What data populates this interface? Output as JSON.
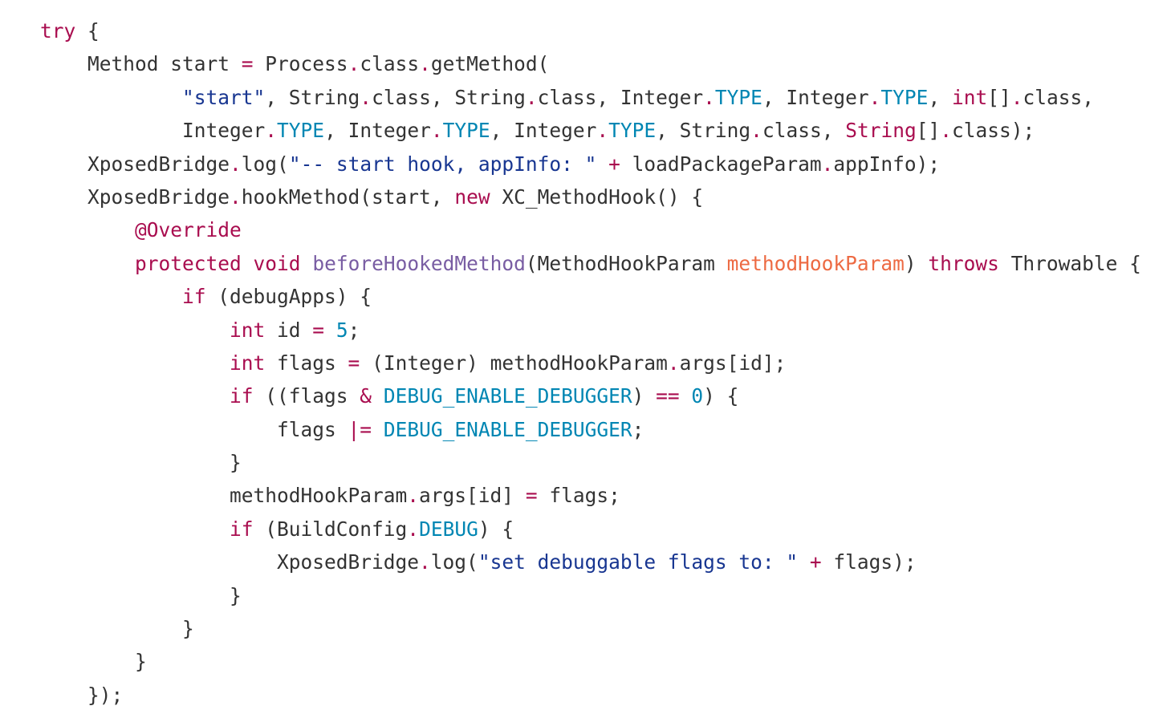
{
  "code": {
    "language": "java",
    "indent_unit": "    ",
    "lines": [
      {
        "indent": 0,
        "tokens": [
          [
            "kw",
            "try"
          ],
          [
            "txt",
            " {"
          ]
        ]
      },
      {
        "indent": 1,
        "tokens": [
          [
            "txt",
            "Method start "
          ],
          [
            "op",
            "="
          ],
          [
            "txt",
            " Process"
          ],
          [
            "dot",
            "."
          ],
          [
            "txt",
            "class"
          ],
          [
            "dot",
            "."
          ],
          [
            "txt",
            "getMethod("
          ]
        ]
      },
      {
        "indent": 3,
        "tokens": [
          [
            "str",
            "\"start\""
          ],
          [
            "txt",
            ", String"
          ],
          [
            "dot",
            "."
          ],
          [
            "txt",
            "class, String"
          ],
          [
            "dot",
            "."
          ],
          [
            "txt",
            "class, Integer"
          ],
          [
            "dot",
            "."
          ],
          [
            "cst",
            "TYPE"
          ],
          [
            "txt",
            ", Integer"
          ],
          [
            "dot",
            "."
          ],
          [
            "cst",
            "TYPE"
          ],
          [
            "txt",
            ", "
          ],
          [
            "kw",
            "int"
          ],
          [
            "txt",
            "[]"
          ],
          [
            "dot",
            "."
          ],
          [
            "txt",
            "class,"
          ]
        ]
      },
      {
        "indent": 3,
        "tokens": [
          [
            "txt",
            "Integer"
          ],
          [
            "dot",
            "."
          ],
          [
            "cst",
            "TYPE"
          ],
          [
            "txt",
            ", Integer"
          ],
          [
            "dot",
            "."
          ],
          [
            "cst",
            "TYPE"
          ],
          [
            "txt",
            ", Integer"
          ],
          [
            "dot",
            "."
          ],
          [
            "cst",
            "TYPE"
          ],
          [
            "txt",
            ", String"
          ],
          [
            "dot",
            "."
          ],
          [
            "txt",
            "class, "
          ],
          [
            "kw",
            "String"
          ],
          [
            "txt",
            "[]"
          ],
          [
            "dot",
            "."
          ],
          [
            "txt",
            "class);"
          ]
        ]
      },
      {
        "indent": 1,
        "tokens": [
          [
            "txt",
            "XposedBridge"
          ],
          [
            "dot",
            "."
          ],
          [
            "txt",
            "log("
          ],
          [
            "str",
            "\"-- start hook, appInfo: \""
          ],
          [
            "txt",
            " "
          ],
          [
            "op",
            "+"
          ],
          [
            "txt",
            " loadPackageParam"
          ],
          [
            "dot",
            "."
          ],
          [
            "txt",
            "appInfo);"
          ]
        ]
      },
      {
        "indent": 1,
        "tokens": [
          [
            "txt",
            "XposedBridge"
          ],
          [
            "dot",
            "."
          ],
          [
            "txt",
            "hookMethod(start, "
          ],
          [
            "kw",
            "new"
          ],
          [
            "txt",
            " XC_MethodHook() {"
          ]
        ]
      },
      {
        "indent": 2,
        "tokens": [
          [
            "ann",
            "@Override"
          ]
        ]
      },
      {
        "indent": 2,
        "tokens": [
          [
            "kw",
            "protected"
          ],
          [
            "txt",
            " "
          ],
          [
            "kw",
            "void"
          ],
          [
            "txt",
            " "
          ],
          [
            "fn",
            "beforeHookedMethod"
          ],
          [
            "txt",
            "(MethodHookParam "
          ],
          [
            "par",
            "methodHookParam"
          ],
          [
            "txt",
            ") "
          ],
          [
            "kw",
            "throws"
          ],
          [
            "txt",
            " Throwable {"
          ]
        ]
      },
      {
        "indent": 3,
        "tokens": [
          [
            "kw",
            "if"
          ],
          [
            "txt",
            " (debugApps) {"
          ]
        ]
      },
      {
        "indent": 4,
        "tokens": [
          [
            "kw",
            "int"
          ],
          [
            "txt",
            " id "
          ],
          [
            "op",
            "="
          ],
          [
            "txt",
            " "
          ],
          [
            "num",
            "5"
          ],
          [
            "txt",
            ";"
          ]
        ]
      },
      {
        "indent": 4,
        "tokens": [
          [
            "kw",
            "int"
          ],
          [
            "txt",
            " flags "
          ],
          [
            "op",
            "="
          ],
          [
            "txt",
            " (Integer) methodHookParam"
          ],
          [
            "dot",
            "."
          ],
          [
            "txt",
            "args[id];"
          ]
        ]
      },
      {
        "indent": 4,
        "tokens": [
          [
            "kw",
            "if"
          ],
          [
            "txt",
            " ((flags "
          ],
          [
            "op",
            "&"
          ],
          [
            "txt",
            " "
          ],
          [
            "cst",
            "DEBUG_ENABLE_DEBUGGER"
          ],
          [
            "txt",
            ") "
          ],
          [
            "op",
            "=="
          ],
          [
            "txt",
            " "
          ],
          [
            "num",
            "0"
          ],
          [
            "txt",
            ") {"
          ]
        ]
      },
      {
        "indent": 5,
        "tokens": [
          [
            "txt",
            "flags "
          ],
          [
            "op",
            "|="
          ],
          [
            "txt",
            " "
          ],
          [
            "cst",
            "DEBUG_ENABLE_DEBUGGER"
          ],
          [
            "txt",
            ";"
          ]
        ]
      },
      {
        "indent": 4,
        "tokens": [
          [
            "txt",
            "}"
          ]
        ]
      },
      {
        "indent": 4,
        "tokens": [
          [
            "txt",
            "methodHookParam"
          ],
          [
            "dot",
            "."
          ],
          [
            "txt",
            "args[id] "
          ],
          [
            "op",
            "="
          ],
          [
            "txt",
            " flags;"
          ]
        ]
      },
      {
        "indent": 4,
        "tokens": [
          [
            "kw",
            "if"
          ],
          [
            "txt",
            " (BuildConfig"
          ],
          [
            "dot",
            "."
          ],
          [
            "cst",
            "DEBUG"
          ],
          [
            "txt",
            ") {"
          ]
        ]
      },
      {
        "indent": 5,
        "tokens": [
          [
            "txt",
            "XposedBridge"
          ],
          [
            "dot",
            "."
          ],
          [
            "txt",
            "log("
          ],
          [
            "str",
            "\"set debuggable flags to: \""
          ],
          [
            "txt",
            " "
          ],
          [
            "op",
            "+"
          ],
          [
            "txt",
            " flags);"
          ]
        ]
      },
      {
        "indent": 4,
        "tokens": [
          [
            "txt",
            "}"
          ]
        ]
      },
      {
        "indent": 3,
        "tokens": [
          [
            "txt",
            "}"
          ]
        ]
      },
      {
        "indent": 2,
        "tokens": [
          [
            "txt",
            "}"
          ]
        ]
      },
      {
        "indent": 1,
        "tokens": [
          [
            "txt",
            "});"
          ]
        ]
      }
    ]
  },
  "colors": {
    "background": "#ffffff",
    "text": "#333333",
    "keyword": "#a90d4f",
    "string": "#183691",
    "constant": "#0086b3",
    "function": "#795da3",
    "parameter": "#ed6a43"
  }
}
